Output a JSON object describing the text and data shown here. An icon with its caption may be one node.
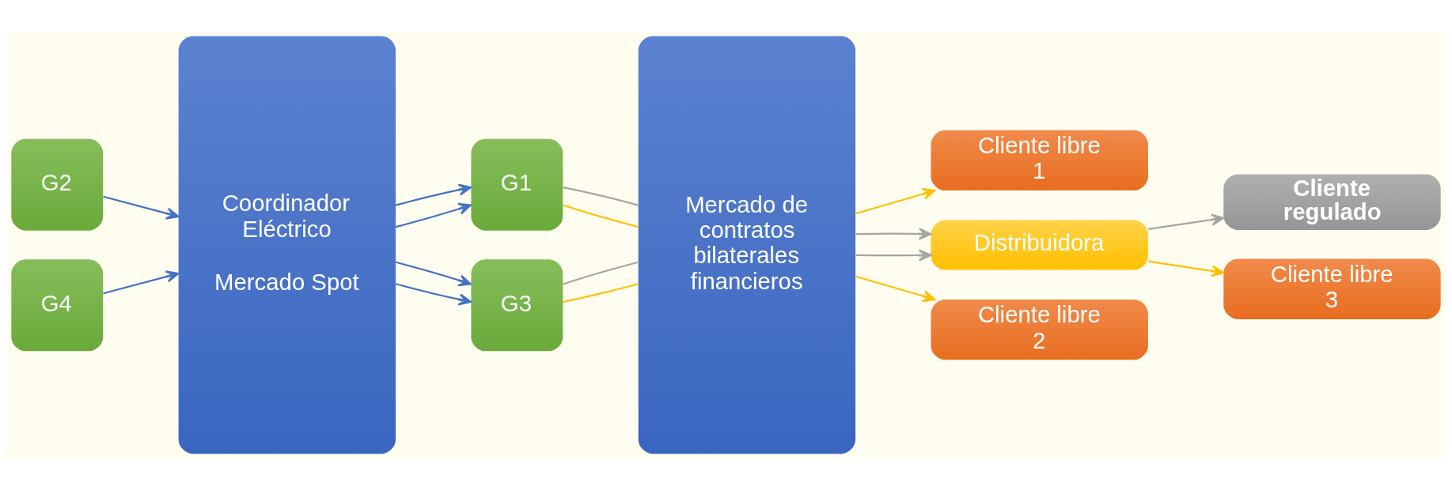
{
  "diagram": {
    "nodes": [
      {
        "text": [
          "G2"
        ]
      },
      {
        "text": [
          "G4"
        ]
      },
      {
        "text": [
          "Coordinador Eléctrico",
          "Mercado Spot"
        ]
      },
      {
        "text": [
          "G1"
        ]
      },
      {
        "text": [
          "G3"
        ]
      },
      {
        "text": [
          "Mercado de contratos bilaterales financieros"
        ]
      },
      {
        "text": [
          "Cliente libre 1"
        ]
      },
      {
        "text": [
          "Distribuidora"
        ]
      },
      {
        "text": [
          "Cliente regulado"
        ]
      },
      {
        "text": [
          "Cliente libre 3"
        ]
      },
      {
        "text": [
          "Cliente libre 2"
        ]
      }
    ],
    "edges": [
      {
        "from": 0,
        "to": 2,
        "arrow": "to"
      },
      {
        "from": 1,
        "to": 2,
        "arrow": "to"
      },
      {
        "from": 2,
        "to": 3,
        "arrow": "to"
      },
      {
        "from": 2,
        "to": 3,
        "arrow": "to"
      },
      {
        "from": 2,
        "to": 4,
        "arrow": "to"
      },
      {
        "from": 2,
        "to": 4,
        "arrow": "to"
      },
      {
        "from": 3,
        "to": 5,
        "arrow": "none",
        "color": "#ffc000"
      },
      {
        "from": 3,
        "to": 5,
        "arrow": "none",
        "color": "#a5a5a5"
      },
      {
        "from": 4,
        "to": 5,
        "arrow": "none",
        "color": "#ffc000"
      },
      {
        "from": 4,
        "to": 5,
        "arrow": "none",
        "color": "#a5a5a5"
      },
      {
        "from": 5,
        "to": 6,
        "arrow": "to",
        "color": "#ffc000"
      },
      {
        "from": 5,
        "to": 7,
        "arrow": "to",
        "color": "#a5a5a5"
      },
      {
        "from": 5,
        "to": 7,
        "arrow": "to",
        "color": "#a5a5a5"
      },
      {
        "from": 5,
        "to": 10,
        "arrow": "to",
        "color": "#ffc000"
      },
      {
        "from": 7,
        "to": 8,
        "arrow": "to",
        "color": "#a5a5a5"
      },
      {
        "from": 7,
        "to": 9,
        "arrow": "to",
        "color": "#ffc000"
      }
    ]
  }
}
